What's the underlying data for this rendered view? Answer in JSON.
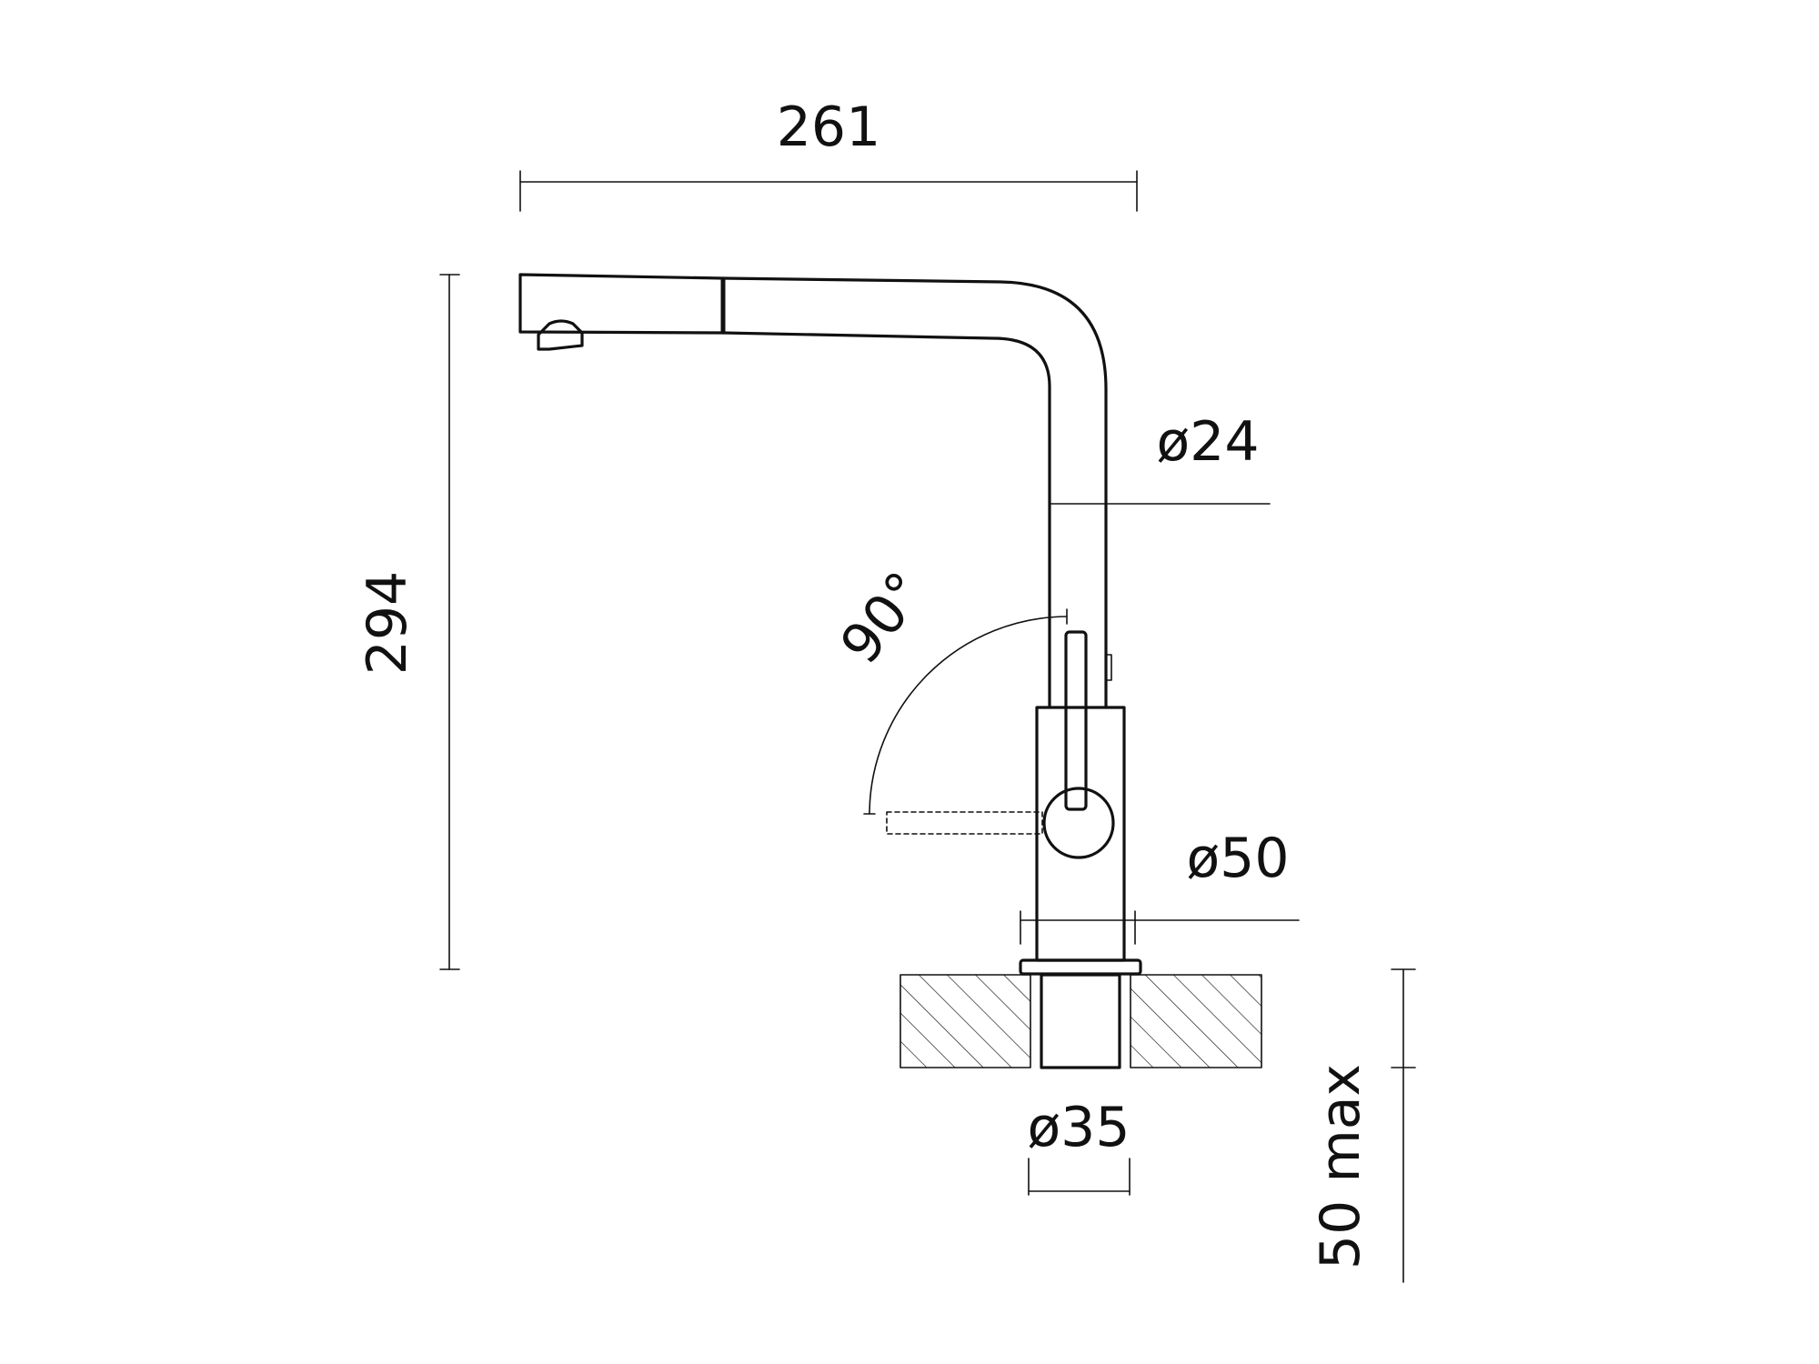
{
  "drawing": {
    "stroke_color": "#111111",
    "background": "#ffffff",
    "subject": "pull-out kitchen faucet side elevation",
    "dimensions": {
      "spout_reach": "261",
      "total_height": "294",
      "spout_diameter": "ø24",
      "lever_angle": "90°",
      "body_diameter": "ø50",
      "shank_diameter": "ø35",
      "max_counter_thickness": "50 max"
    }
  }
}
